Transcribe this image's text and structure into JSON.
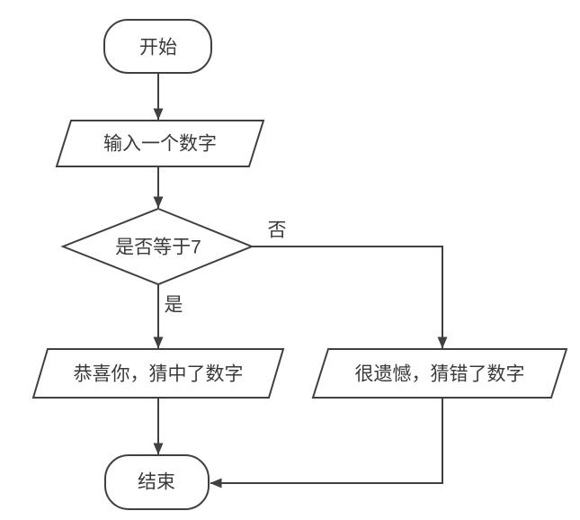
{
  "diagram": {
    "type": "flowchart",
    "background_color": "#ffffff",
    "stroke_color": "#404040",
    "text_color": "#3a3a3a",
    "nodes": [
      {
        "id": "start",
        "shape": "terminator",
        "label": "开始"
      },
      {
        "id": "input",
        "shape": "parallelogram",
        "label": "输入一个数字"
      },
      {
        "id": "decision",
        "shape": "diamond",
        "label": "是否等于7"
      },
      {
        "id": "success",
        "shape": "parallelogram",
        "label": "恭喜你，猜中了数字"
      },
      {
        "id": "failure",
        "shape": "parallelogram",
        "label": "很遗憾，猜错了数字"
      },
      {
        "id": "end",
        "shape": "terminator",
        "label": "结束"
      }
    ],
    "edges": [
      {
        "id": "start-to-input",
        "from": "start",
        "to": "input",
        "label": ""
      },
      {
        "id": "input-to-decision",
        "from": "input",
        "to": "decision",
        "label": ""
      },
      {
        "id": "decision-to-success",
        "from": "decision",
        "to": "success",
        "label": "是"
      },
      {
        "id": "decision-to-failure",
        "from": "decision",
        "to": "failure",
        "label": "否"
      },
      {
        "id": "success-to-end",
        "from": "success",
        "to": "end",
        "label": ""
      },
      {
        "id": "failure-to-end",
        "from": "failure",
        "to": "end",
        "label": ""
      }
    ]
  }
}
